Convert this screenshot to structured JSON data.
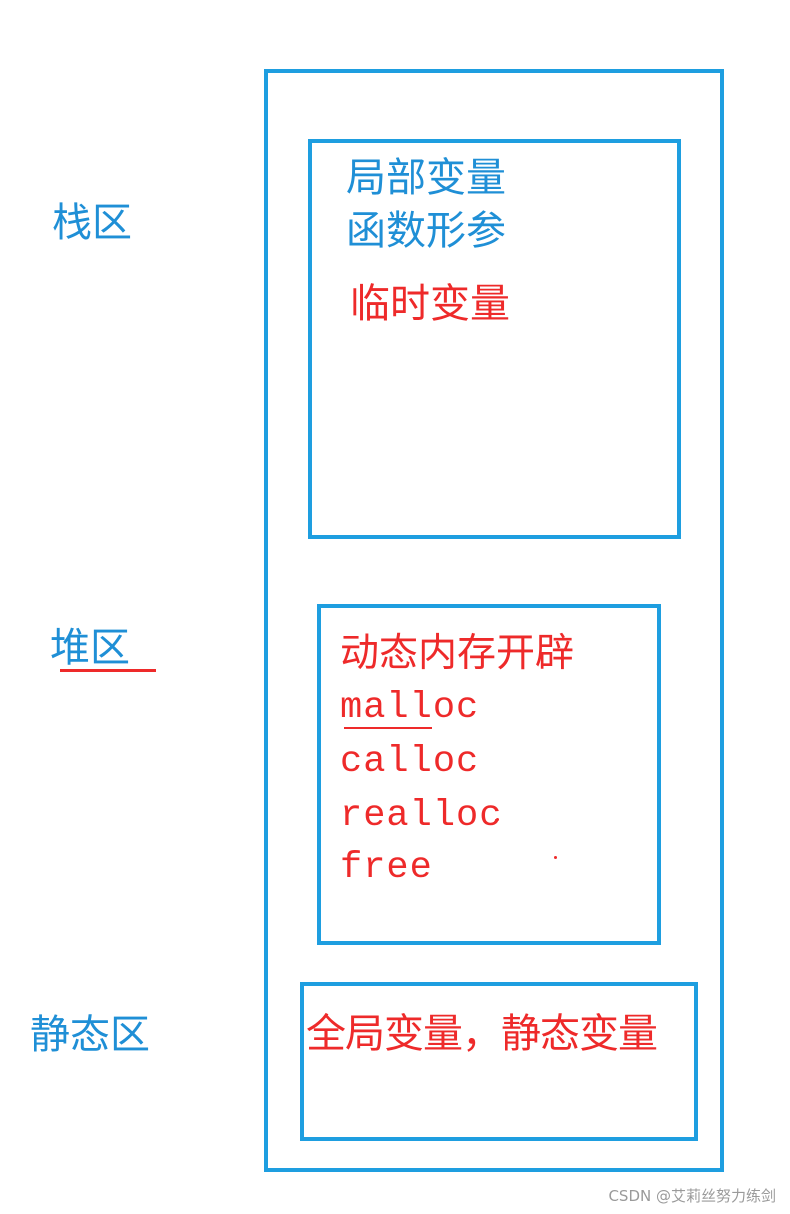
{
  "colors": {
    "box_border": "#1e9ee0",
    "blue_text": "#1f8fd6",
    "red_text": "#ee2a2a",
    "watermark": "#9a9a9a"
  },
  "side_labels": {
    "stack": "栈区",
    "heap": "堆区",
    "static": "静态区"
  },
  "stack_box": {
    "line1": "局部变量",
    "line2": "函数形参",
    "line3": "临时变量"
  },
  "heap_box": {
    "title": "动态内存开辟",
    "items": [
      "malloc",
      "calloc",
      "realloc",
      "free"
    ]
  },
  "static_box": {
    "text": "全局变量，静态变量"
  },
  "watermark": "CSDN @艾莉丝努力练剑"
}
